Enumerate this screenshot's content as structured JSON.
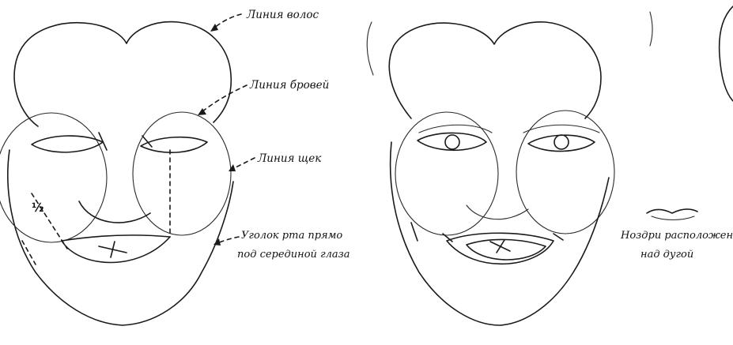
{
  "labels": {
    "hairline": "Линия волос",
    "browline": "Линия бровей",
    "cheekline": "Линия щек",
    "mouth_corner_line1": "Уголок рта прямо",
    "mouth_corner_line2": "под серединой глаза",
    "half_mark": "½",
    "nostrils_line1": "Ноздри расположены",
    "nostrils_line2": "над дугой"
  },
  "colors": {
    "ink": "#1a1a1a",
    "paper": "#ffffff"
  }
}
